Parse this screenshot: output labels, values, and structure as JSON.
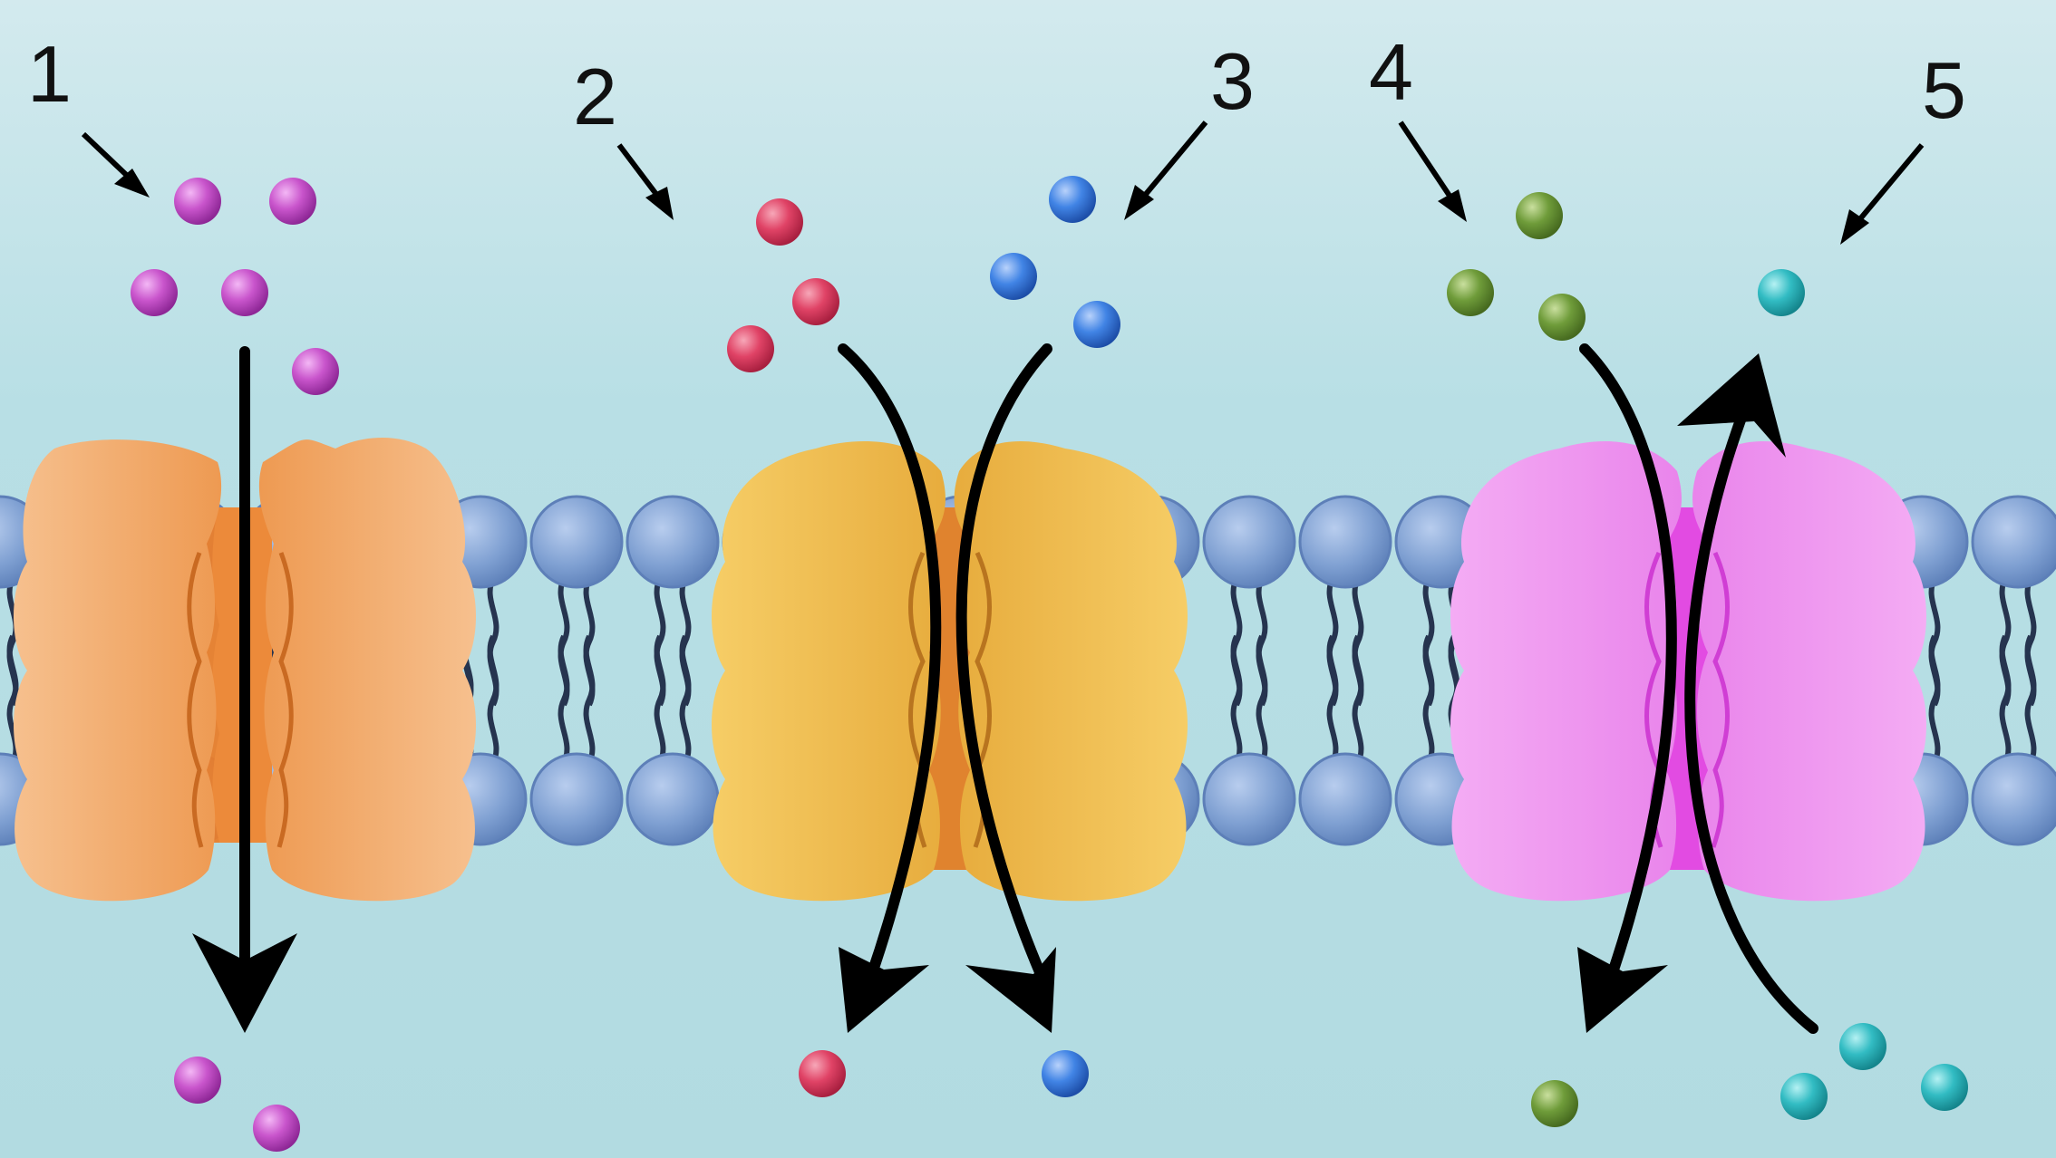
{
  "labels": [
    "1",
    "2",
    "3",
    "4",
    "5"
  ],
  "colors": {
    "background_top": "#cfe8ec",
    "background": "#b5dde3",
    "lipid_head": "#7fa3d4",
    "lipid_tail": "#26344f",
    "channel_1": "#f2a25e",
    "channel_1_core": "#e87d2b",
    "channel_2": "#f0b84a",
    "channel_2_core": "#e0832e",
    "channel_3": "#ee88ee",
    "channel_3_core": "#e24be2",
    "molecule_1": "#c54fc9",
    "molecule_2": "#e04065",
    "molecule_3": "#3f7fe0",
    "molecule_4": "#6f9a38",
    "molecule_5": "#2fb8be",
    "arrow": "#000000"
  },
  "icons": {
    "membrane": "lipid-bilayer-icon",
    "channel": "transport-protein-icon",
    "molecule": "molecule-sphere-icon",
    "arrow": "flow-arrow-icon"
  }
}
